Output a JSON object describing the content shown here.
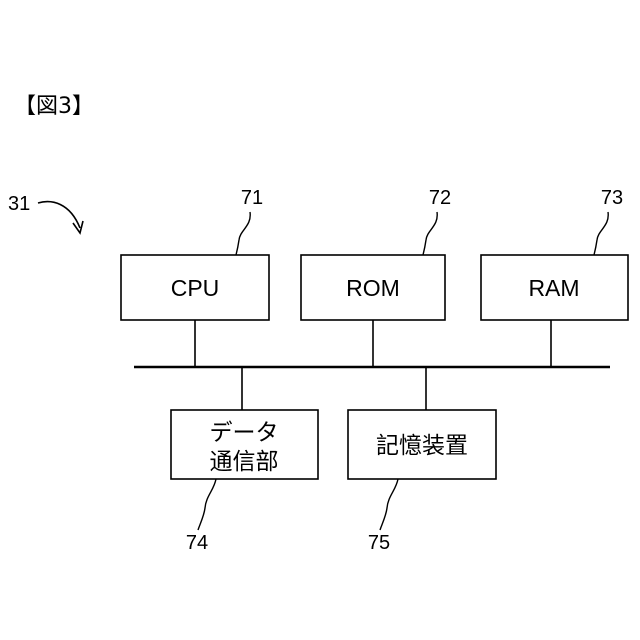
{
  "figure_label": "【図3】",
  "diagram": {
    "system_ref": "31",
    "units": [
      {
        "id": "cpu",
        "label": "CPU",
        "ref": "71"
      },
      {
        "id": "rom",
        "label": "ROM",
        "ref": "72"
      },
      {
        "id": "ram",
        "label": "RAM",
        "ref": "73"
      },
      {
        "id": "comm",
        "label_lines": [
          "データ",
          "通信部"
        ],
        "ref": "74"
      },
      {
        "id": "storage",
        "label": "記憶装置",
        "ref": "75"
      }
    ]
  }
}
